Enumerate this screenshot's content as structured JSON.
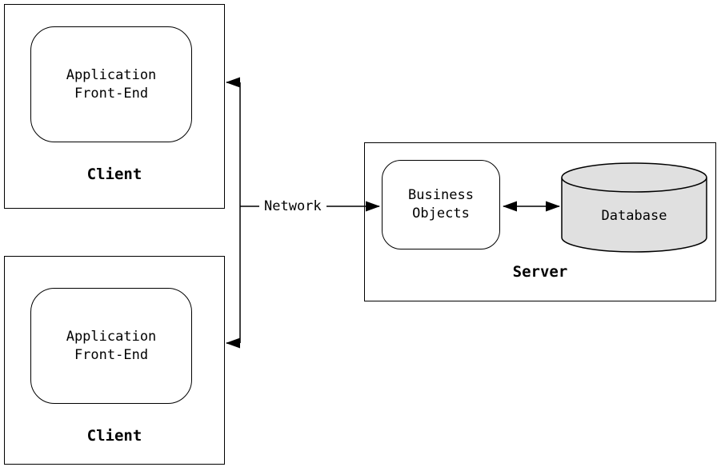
{
  "diagram": {
    "clients": [
      {
        "label": "Client",
        "node": {
          "line1": "Application",
          "line2": "Front-End"
        }
      },
      {
        "label": "Client",
        "node": {
          "line1": "Application",
          "line2": "Front-End"
        }
      }
    ],
    "network": {
      "label": "Network"
    },
    "server": {
      "label": "Server",
      "business_objects": {
        "line1": "Business",
        "line2": "Objects"
      },
      "database": {
        "label": "Database"
      }
    },
    "colors": {
      "stroke": "#000000",
      "database_fill": "#e0e0e0",
      "background": "#ffffff"
    }
  }
}
